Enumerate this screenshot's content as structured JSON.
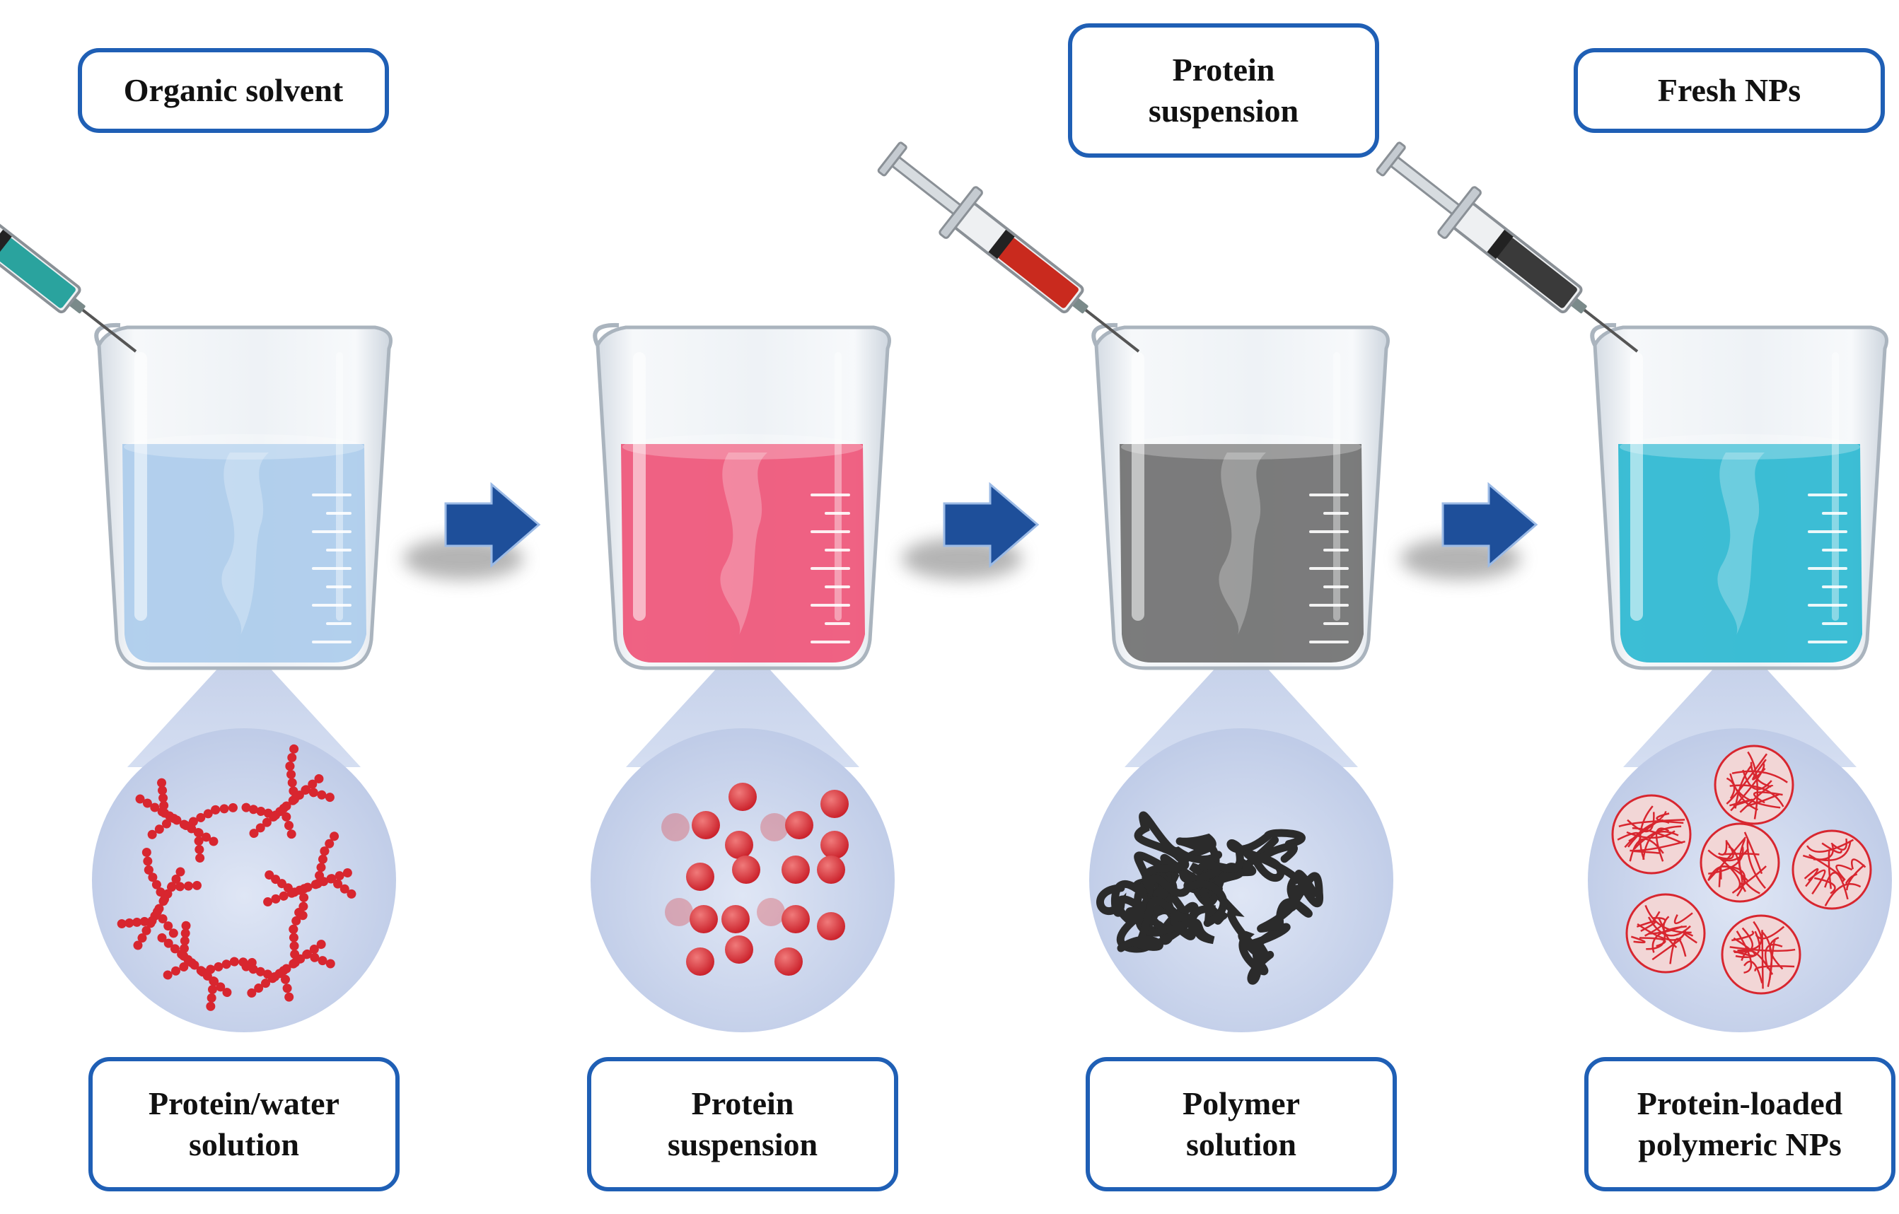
{
  "steps": [
    {
      "top_label": [
        "Organic solvent"
      ],
      "bottom_label": [
        "Protein/water",
        "solution"
      ],
      "liquid_color": "#a9c9ea",
      "syringe_color": "#2aa39e",
      "content": "branched-protein-chains",
      "content_color": "#d8262f"
    },
    {
      "top_label": [],
      "bottom_label": [
        "Protein",
        "suspension"
      ],
      "liquid_color": "#ee4c72",
      "content": "protein-particles",
      "content_color": "#dd2a30"
    },
    {
      "top_label": [
        "Protein",
        "suspension"
      ],
      "bottom_label": [
        "Polymer",
        "solution"
      ],
      "liquid_color": "#6a6a6a",
      "syringe_color": "#c92a1e",
      "content": "polymer-coils",
      "content_color": "#2b2b2b"
    },
    {
      "top_label": [
        "Fresh NPs"
      ],
      "bottom_label": [
        "Protein-loaded",
        "polymeric NPs"
      ],
      "liquid_color": "#22b5cf",
      "syringe_color": "#3a3a3a",
      "content": "loaded-nanoparticles",
      "content_color": "#d8262f"
    }
  ],
  "colors": {
    "box_border": "#1f5fb5",
    "arrow": "#1e4f9a",
    "droplet": "#c9d4ec",
    "glass": "#e9edf2"
  },
  "icons": [
    "syringe-icon",
    "beaker-icon",
    "right-arrow-icon",
    "magnifier-droplet-icon"
  ]
}
